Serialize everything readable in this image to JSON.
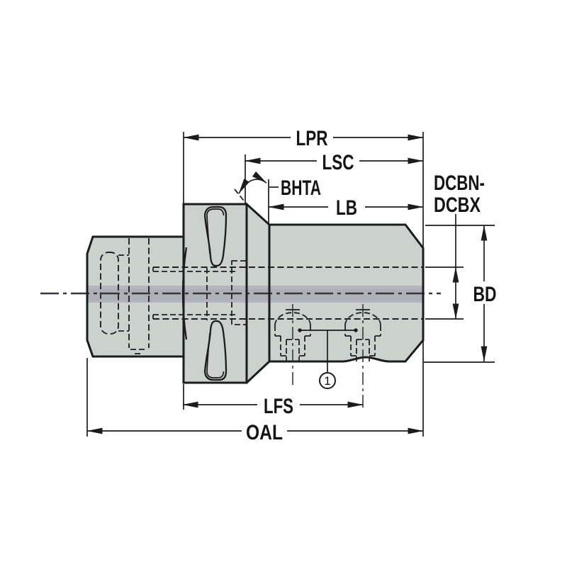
{
  "drawing": {
    "type": "engineering-dimension-diagram",
    "subject": "tool-holder-adapter-side-view",
    "dimension_labels": {
      "lpr": "LPR",
      "lsc": "LSC",
      "bhta": "BHTA",
      "lb": "LB",
      "dcbn_dcbx_line1": "DCBN-",
      "dcbn_dcbx_line2": "DCBX",
      "bd": "BD",
      "lfs": "LFS",
      "oal": "OAL"
    },
    "callout": {
      "number": "1"
    },
    "colors": {
      "background": "#ffffff",
      "part_fill": "#cbd1cd",
      "center_band": "#b2b6bb",
      "center_band_core": "#a9adb4",
      "line": "#1a1c1e"
    }
  }
}
